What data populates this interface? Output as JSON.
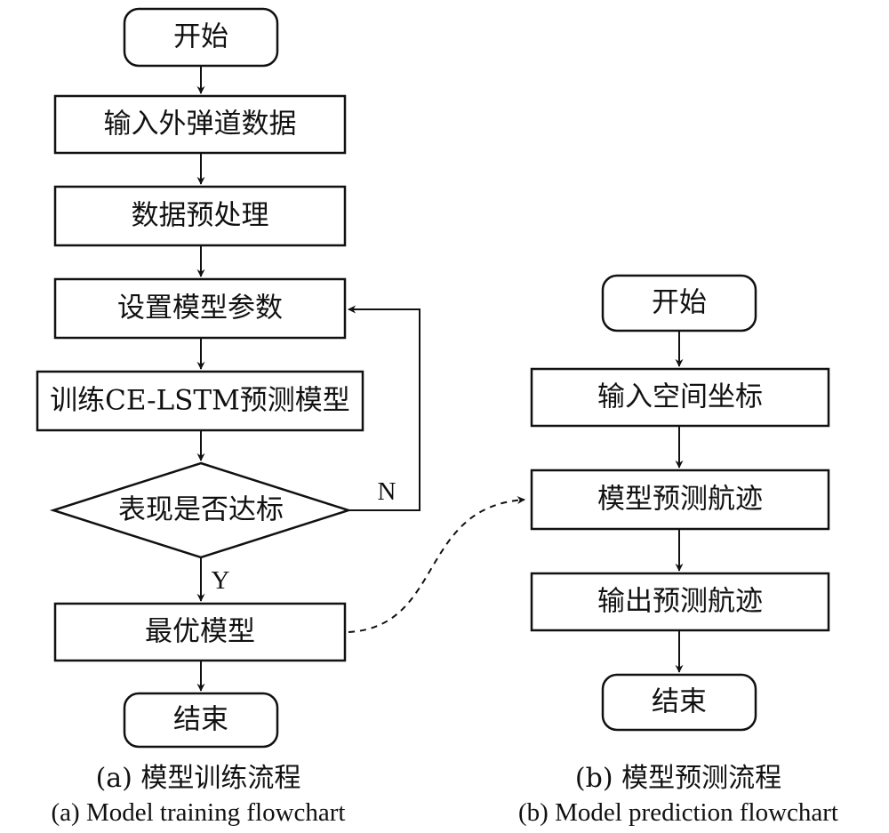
{
  "training": {
    "start": "开始",
    "input": "输入外弹道数据",
    "preprocess": "数据预处理",
    "set_params": "设置模型参数",
    "train": "训练CE-LSTM预测模型",
    "decision": "表现是否达标",
    "yes_label": "Y",
    "no_label": "N",
    "best_model": "最优模型",
    "end": "结束",
    "caption_cn": "(a) 模型训练流程",
    "caption_en": "(a) Model training flowchart"
  },
  "prediction": {
    "start": "开始",
    "input": "输入空间坐标",
    "predict": "模型预测航迹",
    "output": "输出预测航迹",
    "end": "结束",
    "caption_cn": "(b) 模型预测流程",
    "caption_en": "(b) Model prediction flowchart"
  }
}
